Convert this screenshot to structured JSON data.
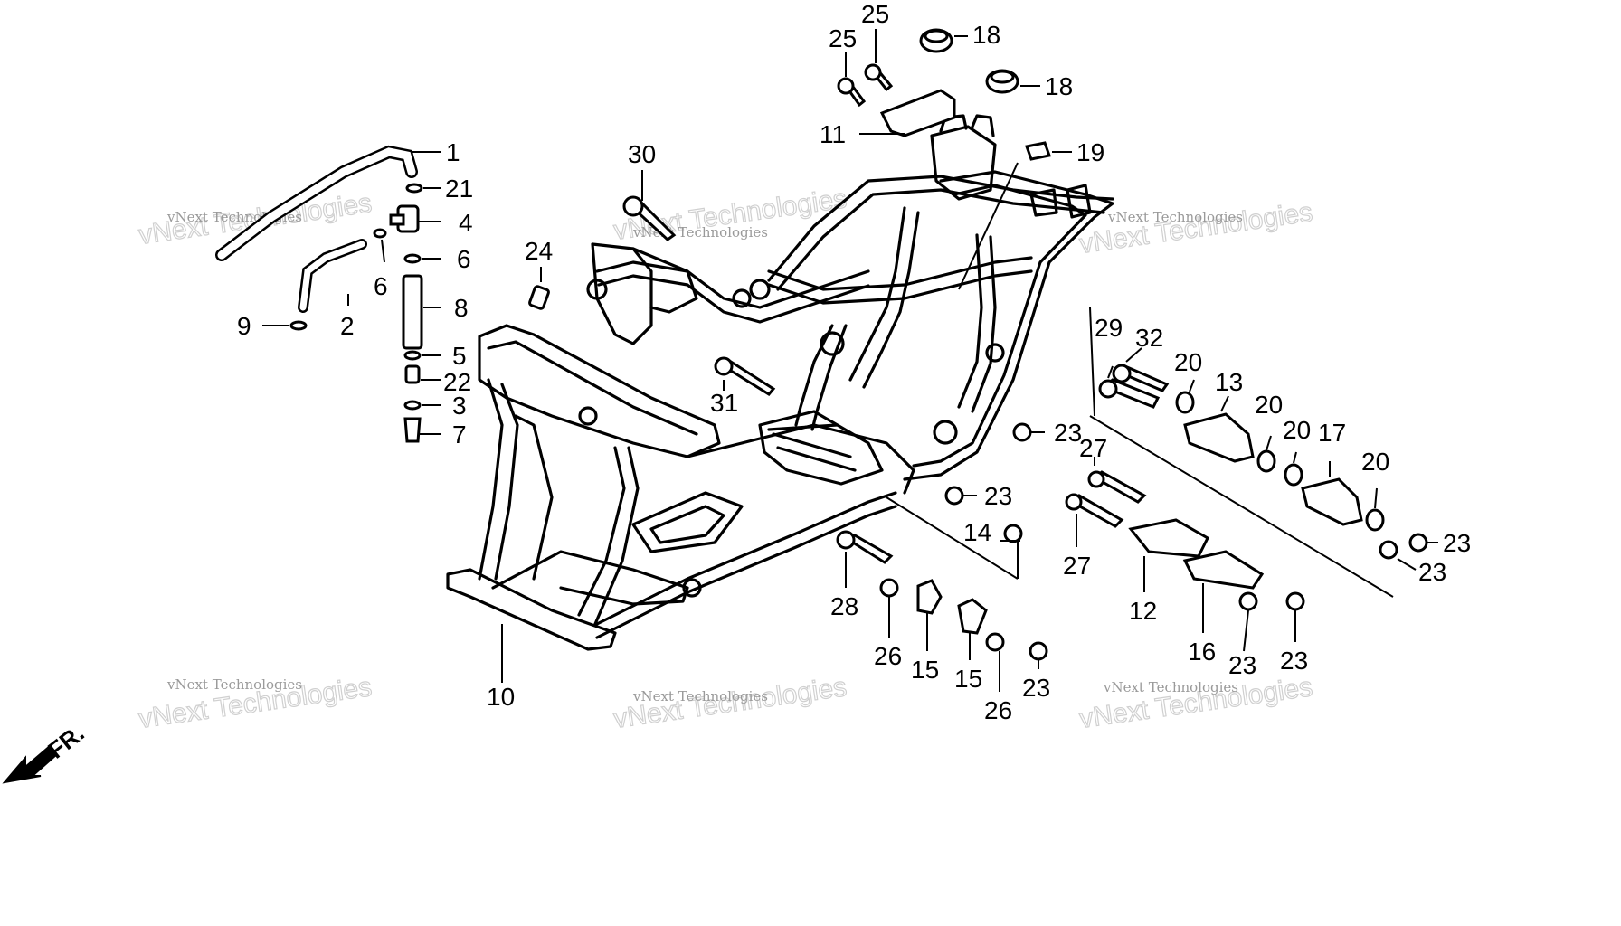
{
  "diagram": {
    "callouts": [
      "1",
      "21",
      "4",
      "6",
      "6",
      "9",
      "2",
      "8",
      "5",
      "22",
      "3",
      "7",
      "30",
      "24",
      "31",
      "25",
      "25",
      "18",
      "18",
      "11",
      "19",
      "10",
      "29",
      "32",
      "20",
      "13",
      "20",
      "20",
      "17",
      "20",
      "23",
      "23",
      "27",
      "27",
      "14",
      "12",
      "16",
      "28",
      "26",
      "15",
      "15",
      "26",
      "23",
      "23",
      "23",
      "23",
      "23"
    ],
    "watermark": {
      "big": "vNext Technologies",
      "small": "vNext Technologies"
    },
    "direction_label": "FR."
  }
}
